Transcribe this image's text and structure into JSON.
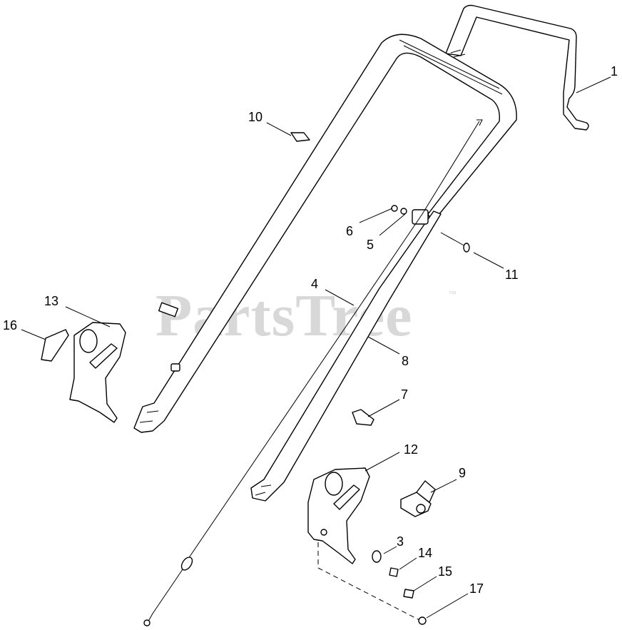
{
  "watermark": {
    "brand": "PartsTree",
    "trademark": "™"
  },
  "callouts": {
    "c1": "1",
    "c3": "3",
    "c4": "4",
    "c5": "5",
    "c6": "6",
    "c7": "7",
    "c8": "8",
    "c9": "9",
    "c10": "10",
    "c11": "11",
    "c12": "12",
    "c13": "13",
    "c14": "14",
    "c15": "15",
    "c16": "16",
    "c17": "17"
  }
}
